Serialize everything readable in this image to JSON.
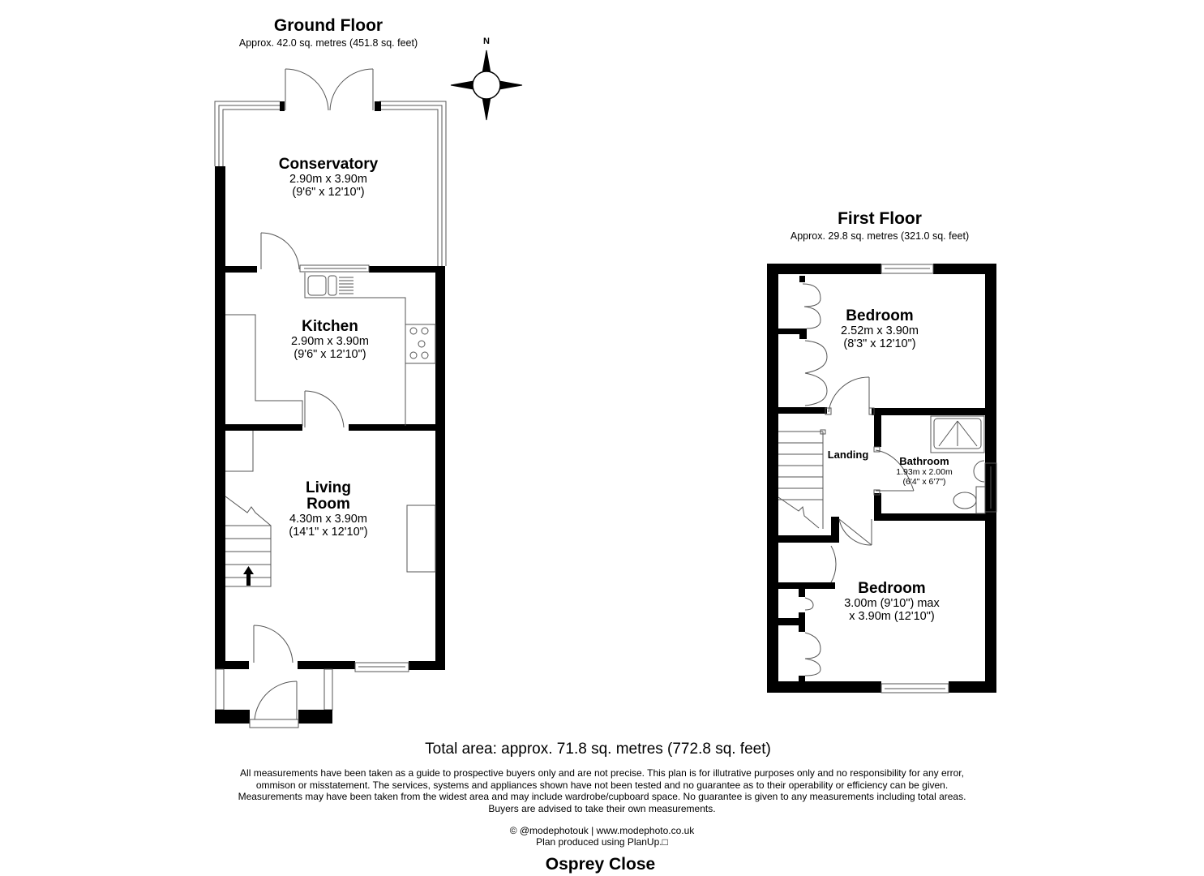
{
  "ground_floor": {
    "title": "Ground Floor",
    "area": "Approx. 42.0 sq. metres (451.8 sq. feet)",
    "rooms": [
      {
        "name": "Conservatory",
        "dim_m": "2.90m x 3.90m",
        "dim_ft": "(9'6\" x 12'10\")"
      },
      {
        "name": "Kitchen",
        "dim_m": "2.90m x 3.90m",
        "dim_ft": "(9'6\" x 12'10\")"
      },
      {
        "name_line1": "Living",
        "name_line2": "Room",
        "dim_m": "4.30m x 3.90m",
        "dim_ft": "(14'1\" x 12'10\")"
      }
    ]
  },
  "first_floor": {
    "title": "First Floor",
    "area": "Approx. 29.8 sq. metres (321.0 sq. feet)",
    "rooms": [
      {
        "name": "Bedroom",
        "dim_m": "2.52m x 3.90m",
        "dim_ft": "(8'3\" x 12'10\")"
      },
      {
        "name": "Landing"
      },
      {
        "name": "Bathroom",
        "dim_m": "1.93m x 2.00m",
        "dim_ft": "(6'4\" x 6'7\")"
      },
      {
        "name": "Bedroom",
        "dim_line1": "3.00m (9'10\") max",
        "dim_line2": "x 3.90m (12'10\")"
      }
    ]
  },
  "compass": {
    "label": "N",
    "icon": "compass-rose-icon"
  },
  "total_area": "Total area: approx. 71.8 sq. metres (772.8 sq. feet)",
  "disclaimer": [
    "All measurements have been taken as a guide to prospective buyers only and are not precise. This plan is for illutrative purposes only and no responsibility for any error,",
    "ommison or misstatement. The services, systems and appliances shown have not been tested and no guarantee as to their operability or efficiency can be given.",
    "Measurements may have been taken from the widest area and may include wardrobe/cupboard space. No guarantee is given to any measurements including total areas.",
    "Buyers are advised to take their own measurements."
  ],
  "credit": {
    "line1": "© @modephotouk | www.modephoto.co.uk",
    "line2": "Plan produced using PlanUp.□"
  },
  "address": "Osprey Close",
  "colors": {
    "wall": "#000000",
    "fixture": "#555555",
    "background": "#ffffff"
  }
}
